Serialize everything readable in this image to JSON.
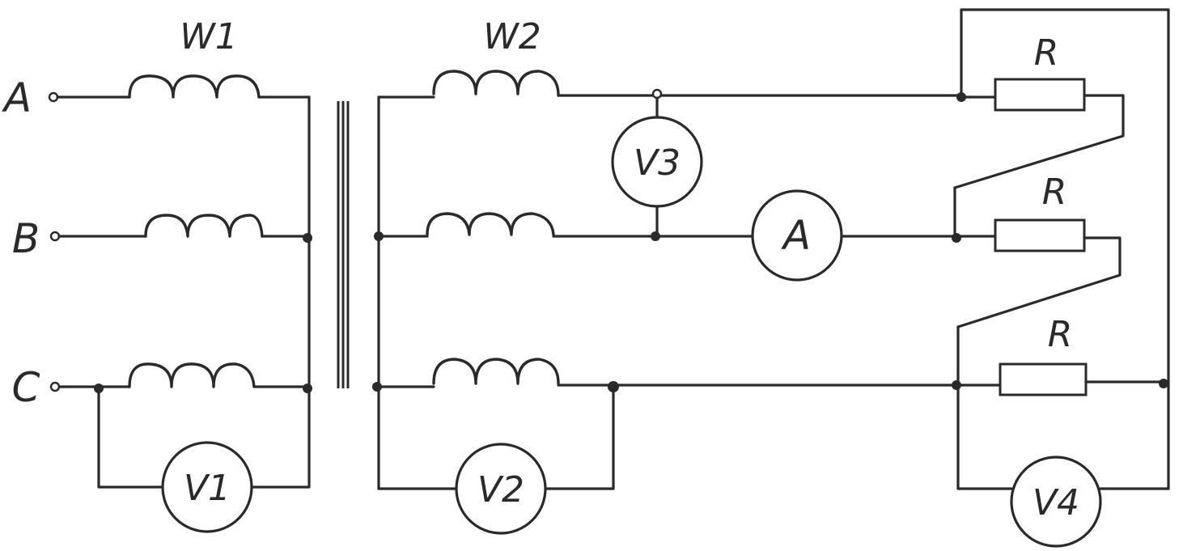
{
  "diagram": {
    "phase_a": "A",
    "phase_b": "B",
    "phase_c": "C",
    "primary_winding": "W1",
    "secondary_winding": "W2",
    "voltmeter_1": "V1",
    "voltmeter_2": "V2",
    "voltmeter_3": "V3",
    "voltmeter_4": "V4",
    "ammeter": "A",
    "resistor_1": "R",
    "resistor_2": "R",
    "resistor_3": "R"
  }
}
